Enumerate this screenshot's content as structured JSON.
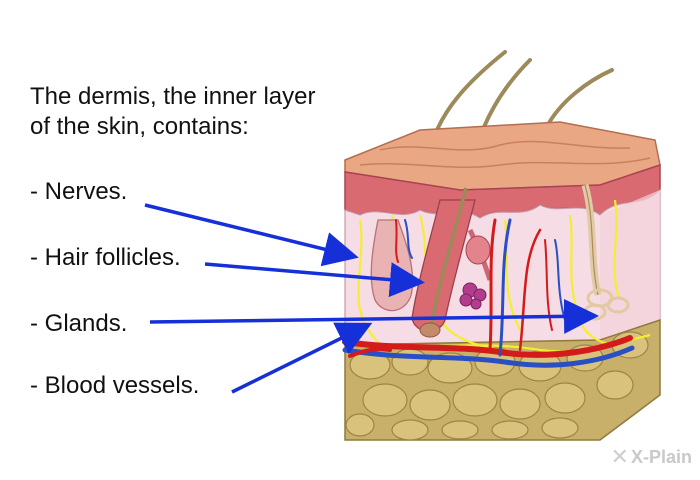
{
  "diagram": {
    "intro_line1": "The dermis, the inner layer",
    "intro_line2": "of the skin, contains:",
    "items": [
      {
        "label": "- Nerves."
      },
      {
        "label": "- Hair follicles."
      },
      {
        "label": "- Glands."
      },
      {
        "label": "- Blood vessels."
      }
    ],
    "arrow_color": "#1530d8",
    "nerve_color": "#f4ee33",
    "artery_color": "#d41b1b",
    "vein_color": "#2a4fc4",
    "skin_color": "#e7a57f",
    "dermis_color": "#f6dce4",
    "fat_color": "#c9b06a"
  },
  "brand": {
    "name": "X-Plain",
    "mark_icon": "x-plain-logo-icon"
  }
}
